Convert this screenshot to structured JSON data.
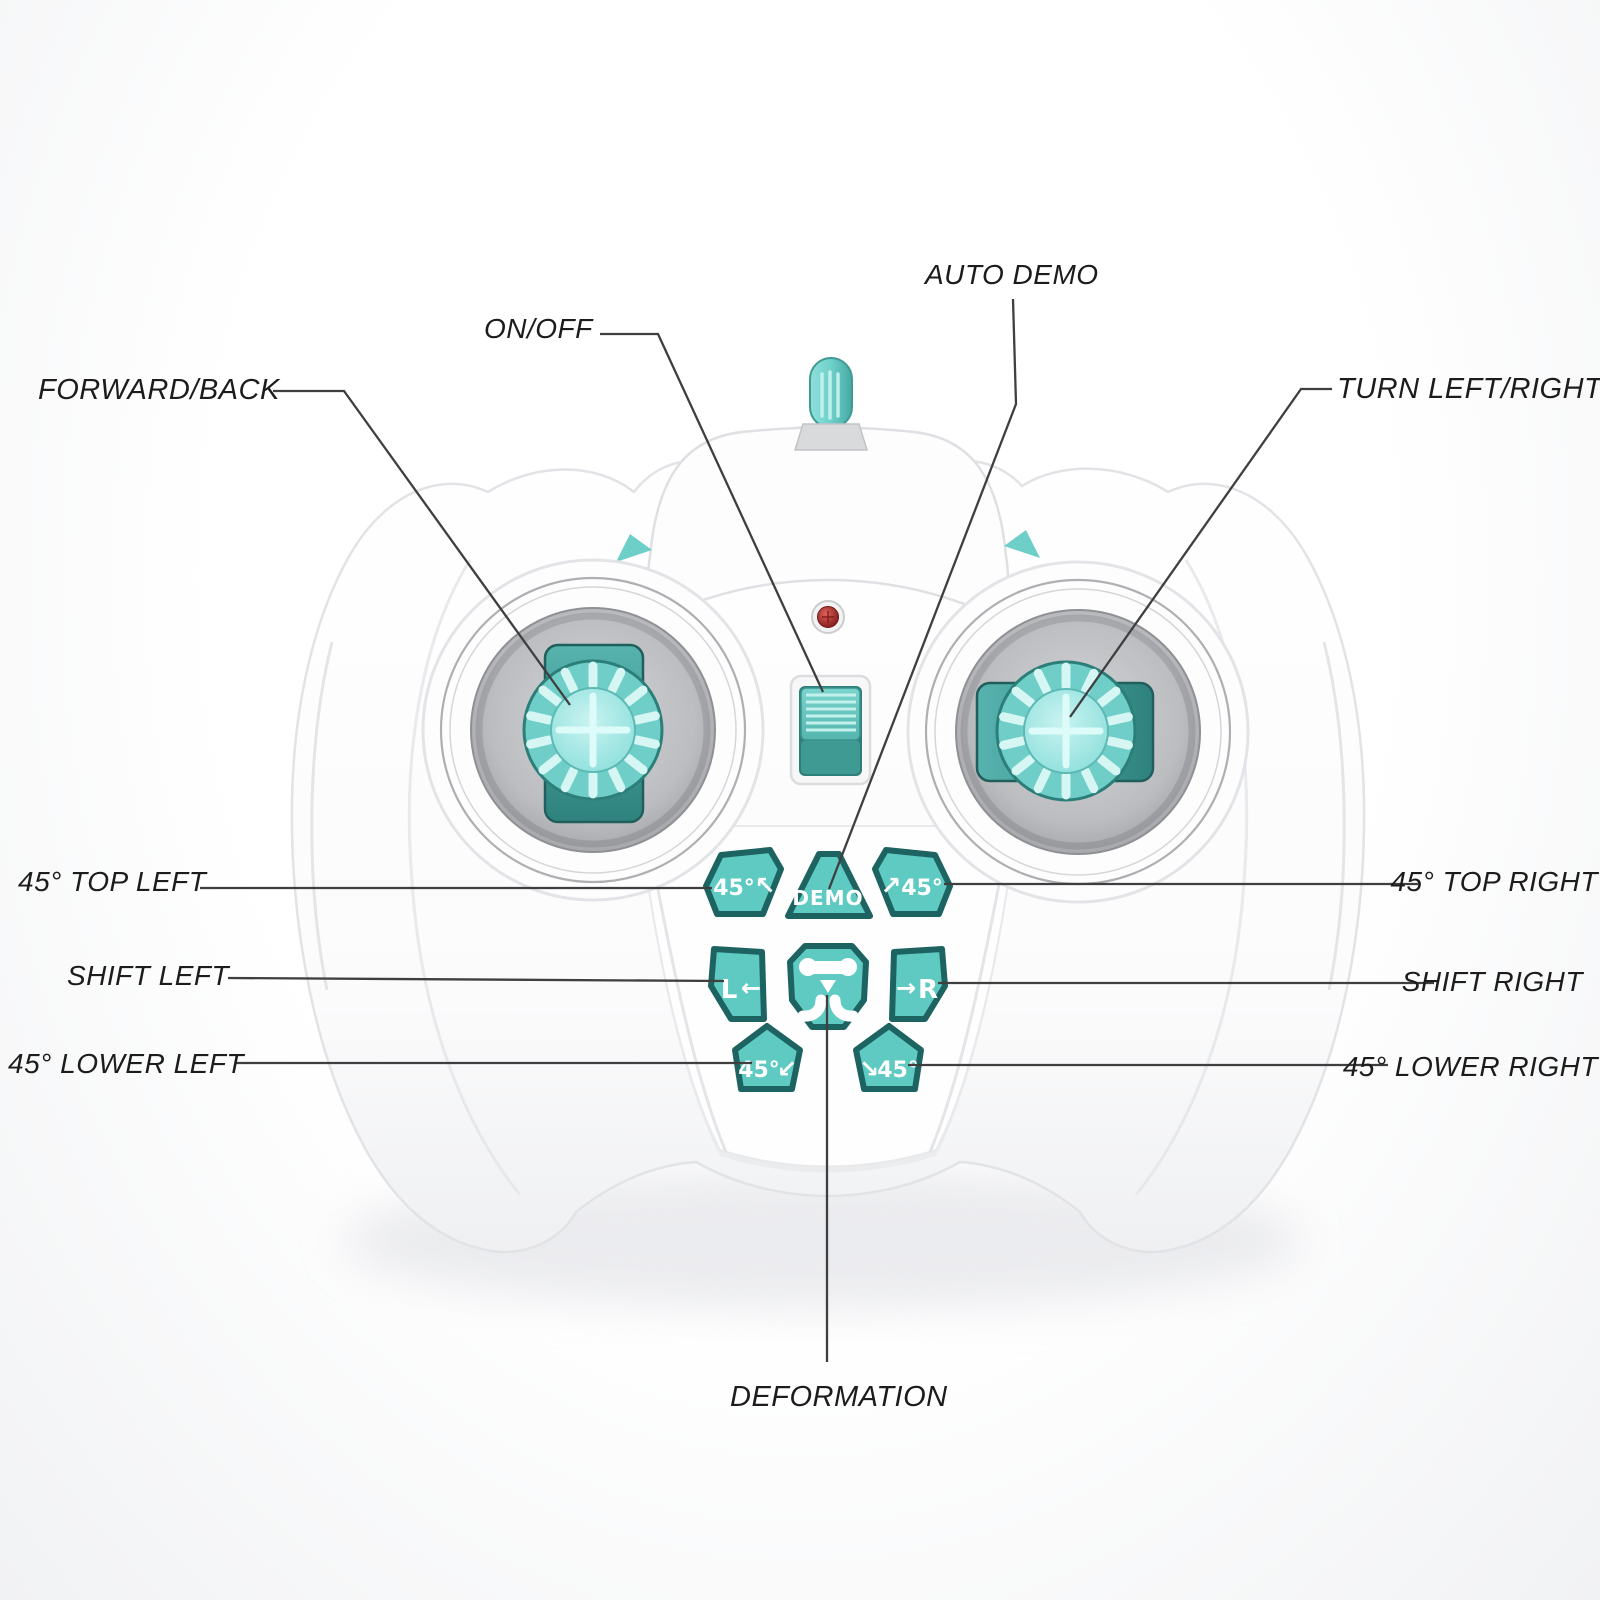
{
  "callouts": {
    "forward_back": "FORWARD/BACK",
    "on_off": "ON/OFF",
    "auto_demo": "AUTO DEMO",
    "turn_left_right": "TURN LEFT/RIGHT",
    "top_left_45": "45° TOP LEFT",
    "shift_left": "SHIFT LEFT",
    "lower_left_45": "45° LOWER LEFT",
    "top_right_45": "45° TOP RIGHT",
    "shift_right": "SHIFT RIGHT",
    "lower_right_45": "45° LOWER RIGHT",
    "deformation": "DEFORMATION"
  },
  "buttons": {
    "demo_label": "DEMO",
    "top_left_label": "45°",
    "top_right_label": "45°",
    "lower_left_label": "45°",
    "lower_right_label": "45°",
    "shift_left_label": "L",
    "shift_right_label": "R"
  },
  "icons": {
    "arrow_up_left": "↖",
    "arrow_up_right": "↗",
    "arrow_down_left": "↙",
    "arrow_down_right": "↘",
    "arrow_left": "←",
    "arrow_right": "→",
    "deformation_button_icon": "car-transform-icon",
    "power_led": "power-indicator-led",
    "antenna": "antenna",
    "left_stick": "forward-back-wheel",
    "right_stick": "turn-left-right-wheel",
    "on_off_switch": "slide-switch"
  },
  "colors": {
    "button_fill": "#5ecac2",
    "button_border": "#1d6361",
    "dial_fill": "#8fe0dc",
    "track_fill": "#3f9a96",
    "led_red": "#a3241f",
    "shell": "#fcfcfd",
    "label_text": "#1c1c1c",
    "leader_line": "#3f3f3f"
  }
}
